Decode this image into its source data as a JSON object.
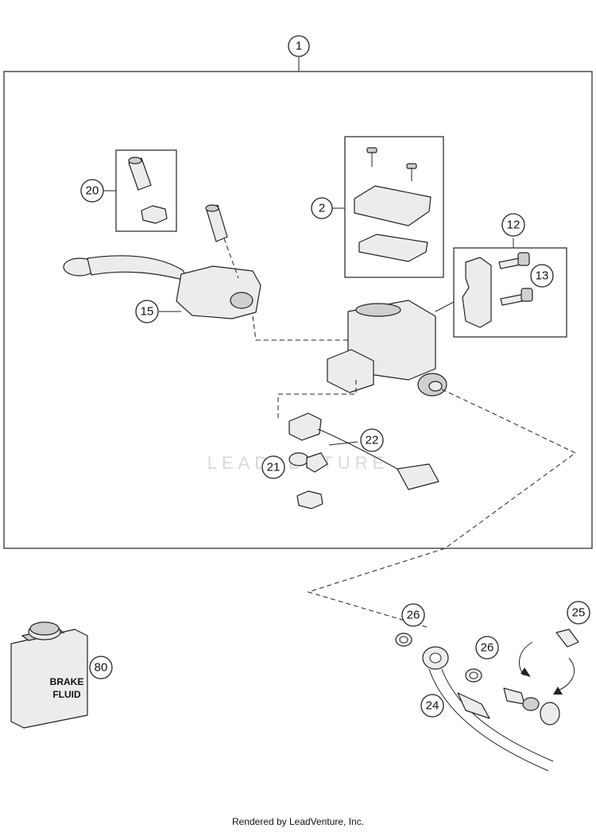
{
  "callouts": {
    "c1": "1",
    "c2": "2",
    "c12": "12",
    "c13": "13",
    "c15": "15",
    "c20": "20",
    "c21": "21",
    "c22": "22",
    "c24": "24",
    "c25": "25",
    "c26a": "26",
    "c26b": "26",
    "c80": "80"
  },
  "can_label": {
    "line1": "BRAKE",
    "line2": "FLUID"
  },
  "watermark": "LEADVENTURE",
  "footer": "Rendered by LeadVenture, Inc."
}
